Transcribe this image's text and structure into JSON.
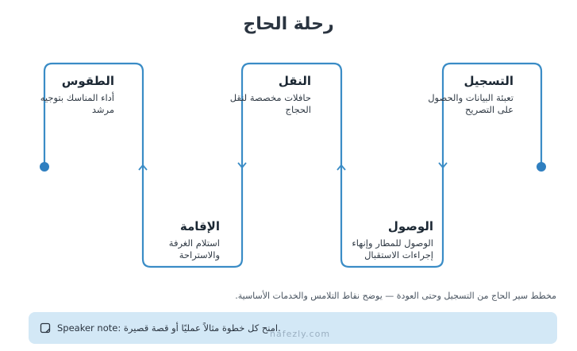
{
  "title": "رحلة الحاج",
  "steps": [
    {
      "title": "التسجيل",
      "description": "تعبئة البيانات والحصول على التصريح"
    },
    {
      "title": "الوصول",
      "description": "الوصول للمطار وإنهاء إجراءات الاستقبال"
    },
    {
      "title": "النقل",
      "description": "حافلات مخصصة لنقل الحجاج"
    },
    {
      "title": "الإقامة",
      "description": "استلام الغرفة والاستراحة"
    },
    {
      "title": "الطقوس",
      "description": "أداء المناسك بتوجيه مرشد"
    }
  ],
  "caption": "مخطط سير الحاج من التسجيل وحتى العودة — يوضح نقاط التلامس والخدمات الأساسية.",
  "speaker_note": {
    "icon": "note-icon",
    "text": "Speaker note: امنح كل خطوة مثالاً عمليًا أو قصة قصيرة."
  },
  "watermark": "nafezly.com",
  "colors": {
    "line": "#3a8cc6",
    "dot": "#2f7fc0",
    "note_bg": "#d3e8f6"
  }
}
